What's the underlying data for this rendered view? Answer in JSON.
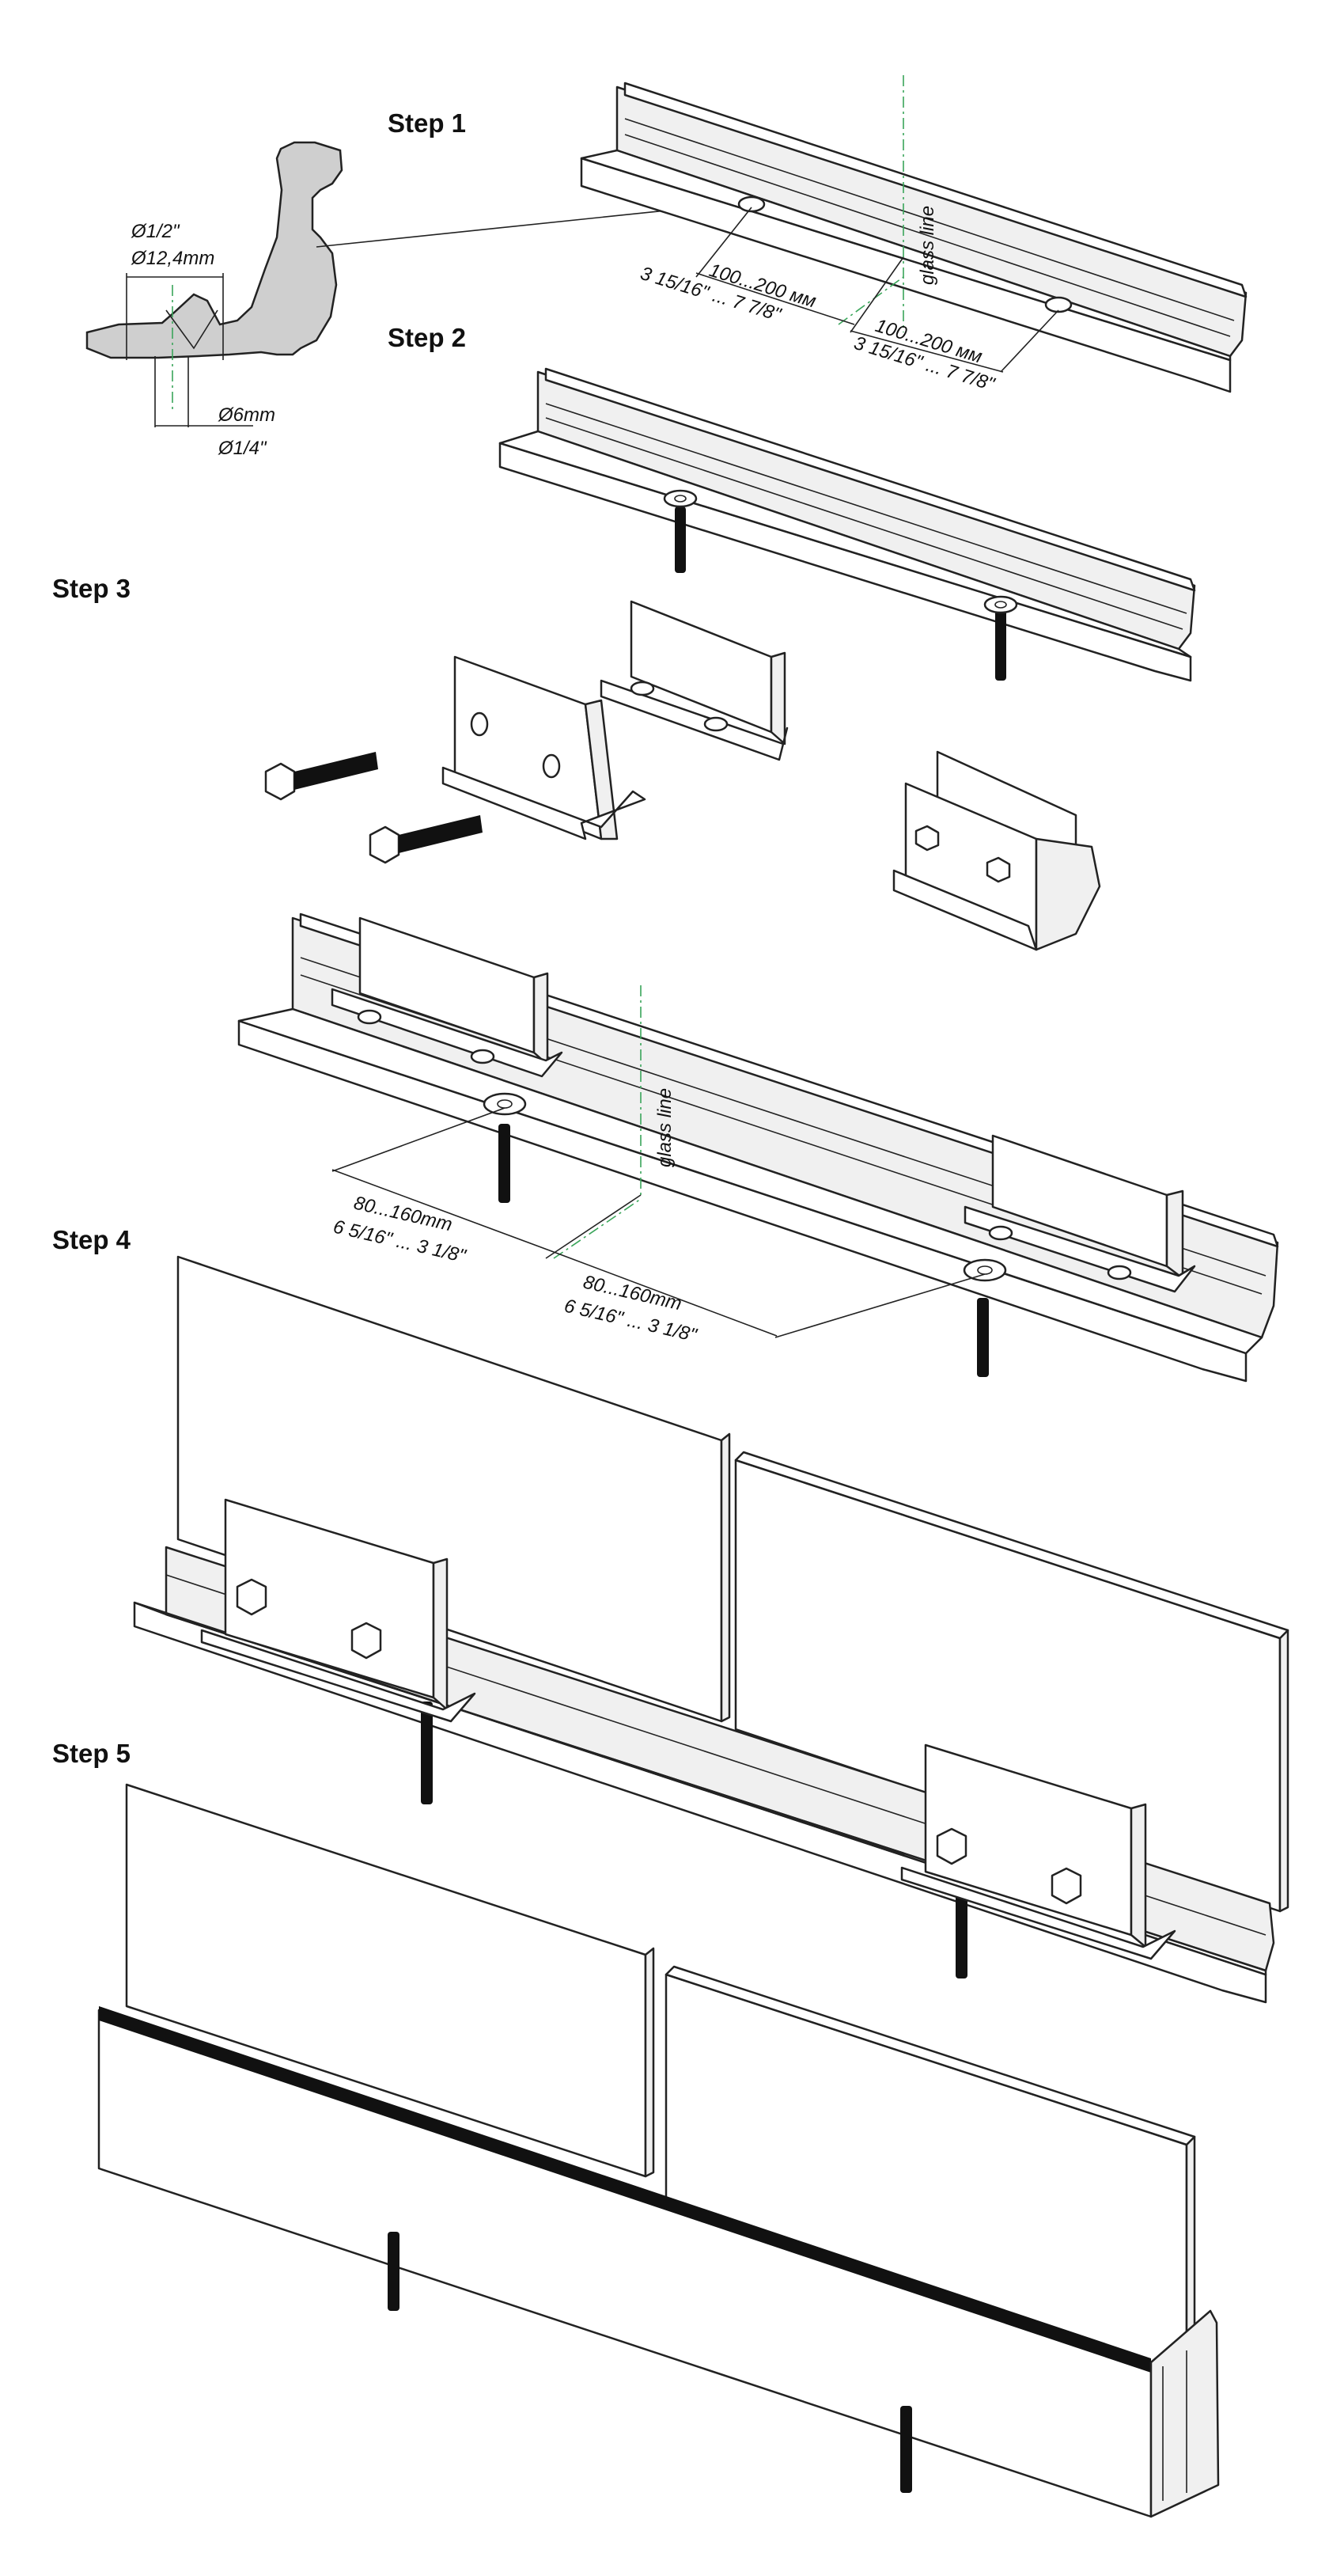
{
  "steps": {
    "step1": "Step 1",
    "step2": "Step 2",
    "step3": "Step 3",
    "step4": "Step 4",
    "step5": "Step 5"
  },
  "section_detail": {
    "diam_top_imperial": "Ø1/2\"",
    "diam_top_metric": "Ø12,4mm",
    "diam_bottom_metric": "Ø6mm",
    "diam_bottom_imperial": "Ø1/4\""
  },
  "step1_dims": {
    "glass_line": "glass line",
    "spacing1_metric": "100...200 мм",
    "spacing1_imperial": "3 15/16\" ... 7 7/8\"",
    "spacing2_metric": "100...200 мм",
    "spacing2_imperial": "3 15/16\" ... 7 7/8\""
  },
  "step3_dims": {
    "glass_line": "glass line",
    "spacing1_metric": "80...160mm",
    "spacing1_imperial": "6 5/16\" ... 3 1/8\"",
    "spacing2_metric": "80...160mm",
    "spacing2_imperial": "6 5/16\" ... 3 1/8\""
  },
  "colors": {
    "line": "#222222",
    "centerline": "#3aa55a",
    "rod": "#111111"
  }
}
